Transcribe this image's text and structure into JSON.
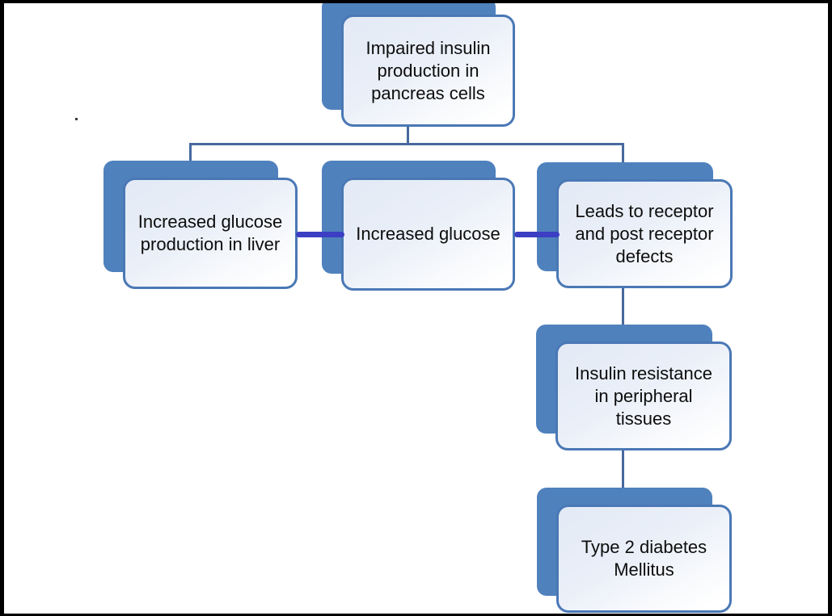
{
  "diagram": {
    "nodes": {
      "pancreas": {
        "lines": [
          "Impaired insulin",
          "production in",
          "pancreas cells"
        ]
      },
      "liver": {
        "lines": [
          "Increased glucose",
          "production in liver"
        ]
      },
      "glucose": {
        "lines": [
          "Increased glucose"
        ]
      },
      "receptor": {
        "lines": [
          "Leads to receptor",
          "and post receptor",
          "defects"
        ]
      },
      "resistance": {
        "lines": [
          "Insulin resistance",
          "in peripheral",
          "tissues"
        ]
      },
      "t2dm": {
        "lines": [
          "Type 2 diabetes",
          "Mellitus"
        ]
      }
    },
    "colors": {
      "shape_back": "#4f81bd",
      "shape_border": "#4a78b5",
      "connector": "#47699e",
      "emphasis_connector": "#3c3ec4"
    }
  }
}
